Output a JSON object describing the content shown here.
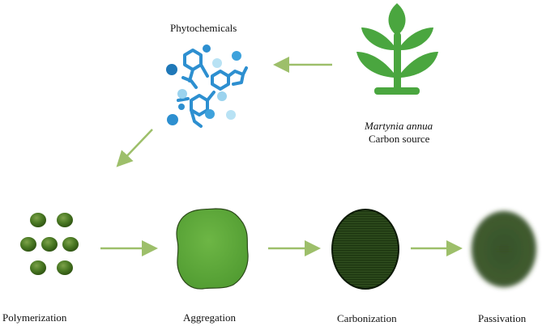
{
  "labels": {
    "phytochemicals": "Phytochemicals",
    "species": "Martynia annua",
    "source": "Carbon source",
    "steps": [
      "Polymerization",
      "Aggregation",
      "Carbonization",
      "Passivation"
    ]
  },
  "colors": {
    "arrow": "#9dbf6a",
    "plant": "#4aa63f",
    "molecule": "#2d8fd0",
    "molecule_light": "#9bd3ee",
    "dot": "#3f6a1f",
    "aggregate": "#5ea63a",
    "carbon_dot": "#1f3a13",
    "passivated": "#2e4f1c"
  },
  "icons": [
    "plant-icon",
    "molecule-icon",
    "particle-icon",
    "arrow-icon"
  ]
}
